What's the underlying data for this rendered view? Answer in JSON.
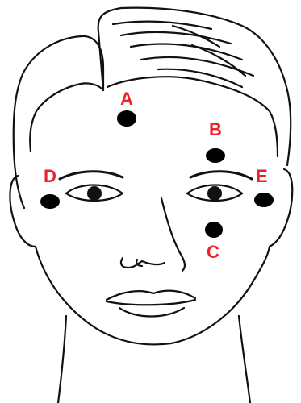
{
  "labels": {
    "a": "A",
    "b": "B",
    "c": "C",
    "d": "D",
    "e": "E"
  },
  "colors": {
    "label": "#e8232a",
    "dot": "#000000",
    "line": "#111111"
  }
}
